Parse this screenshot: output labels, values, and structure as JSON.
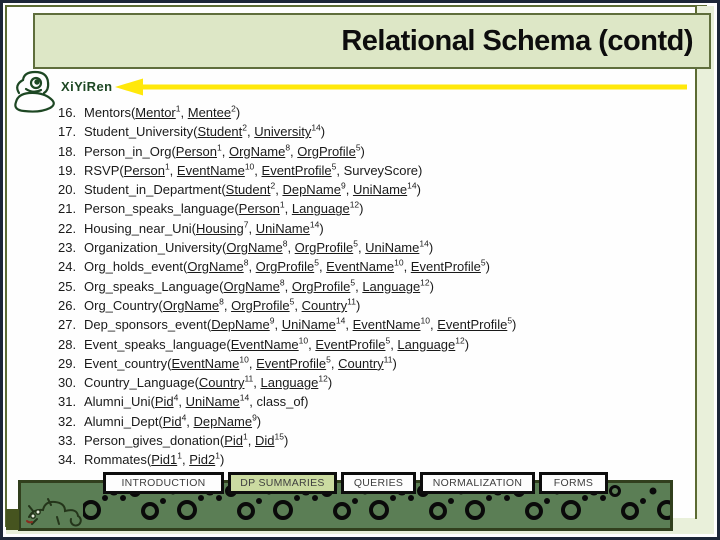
{
  "title": "Relational Schema (contd)",
  "logo": {
    "text": "XiYiRen",
    "icon": "snail-doodle-icon"
  },
  "colors": {
    "arrow_yellow": "#ffe80a",
    "title_fill": "#dde7c6",
    "frame_olive": "#5c6b33",
    "outer_border": "#1c2637",
    "band_green": "#5b7e55",
    "active_button": "#cbdba1",
    "logo_green": "#1d4723"
  },
  "schema_list": {
    "items": [
      {
        "num": "16.",
        "name": "Mentors",
        "attrs": [
          {
            "t": "Mentor",
            "s": "1",
            "k": true
          },
          {
            "t": "Mentee",
            "s": "2",
            "k": true
          }
        ]
      },
      {
        "num": "17.",
        "name": "Student_University",
        "attrs": [
          {
            "t": "Student",
            "s": "2",
            "k": true
          },
          {
            "t": "University",
            "s": "14",
            "k": true
          }
        ]
      },
      {
        "num": "18.",
        "name": "Person_in_Org",
        "attrs": [
          {
            "t": "Person",
            "s": "1",
            "k": true
          },
          {
            "t": "OrgName",
            "s": "8",
            "k": true
          },
          {
            "t": "OrgProfile",
            "s": "5",
            "k": true
          }
        ]
      },
      {
        "num": "19.",
        "name": "RSVP",
        "attrs": [
          {
            "t": "Person",
            "s": "1",
            "k": true
          },
          {
            "t": "EventName",
            "s": "10",
            "k": true
          },
          {
            "t": "EventProfile",
            "s": "5",
            "k": true
          },
          {
            "t": "SurveyScore",
            "k": false
          }
        ]
      },
      {
        "num": "20.",
        "name": "Student_in_Department",
        "attrs": [
          {
            "t": "Student",
            "s": "2",
            "k": true
          },
          {
            "t": "DepName",
            "s": "9",
            "k": true
          },
          {
            "t": "UniName",
            "s": "14",
            "k": true
          }
        ]
      },
      {
        "num": "21.",
        "name": "Person_speaks_language",
        "attrs": [
          {
            "t": "Person",
            "s": "1",
            "k": true
          },
          {
            "t": "Language",
            "s": "12",
            "k": true
          }
        ]
      },
      {
        "num": "22.",
        "name": "Housing_near_Uni",
        "attrs": [
          {
            "t": "Housing",
            "s": "7",
            "k": true
          },
          {
            "t": "UniName",
            "s": "14",
            "k": true
          }
        ]
      },
      {
        "num": "23.",
        "name": "Organization_University",
        "attrs": [
          {
            "t": "OrgName",
            "s": "8",
            "k": true
          },
          {
            "t": "OrgProfile",
            "s": "5",
            "k": true
          },
          {
            "t": "UniName",
            "s": "14",
            "k": true
          }
        ]
      },
      {
        "num": "24.",
        "name": "Org_holds_event",
        "attrs": [
          {
            "t": "OrgName",
            "s": "8",
            "k": true
          },
          {
            "t": "OrgProfile",
            "s": "5",
            "k": true
          },
          {
            "t": "EventName",
            "s": "10",
            "k": true
          },
          {
            "t": "EventProfile",
            "s": "5",
            "k": true
          }
        ]
      },
      {
        "num": "25.",
        "name": "Org_speaks_Language",
        "attrs": [
          {
            "t": "OrgName",
            "s": "8",
            "k": true
          },
          {
            "t": "OrgProfile",
            "s": "5",
            "k": true
          },
          {
            "t": "Language",
            "s": "12",
            "k": true
          }
        ]
      },
      {
        "num": "26.",
        "name": "Org_Country",
        "attrs": [
          {
            "t": "OrgName",
            "s": "8",
            "k": true
          },
          {
            "t": "OrgProfile",
            "s": "5",
            "k": true
          },
          {
            "t": "Country",
            "s": "11",
            "k": true
          }
        ]
      },
      {
        "num": "27.",
        "name": "Dep_sponsors_event",
        "attrs": [
          {
            "t": "DepName",
            "s": "9",
            "k": true
          },
          {
            "t": "UniName",
            "s": "14",
            "k": true
          },
          {
            "t": "EventName",
            "s": "10",
            "k": true
          },
          {
            "t": "EventProfile",
            "s": "5",
            "k": true
          }
        ]
      },
      {
        "num": "28.",
        "name": "Event_speaks_language",
        "attrs": [
          {
            "t": "EventName",
            "s": "10",
            "k": true
          },
          {
            "t": "EventProfile",
            "s": "5",
            "k": true
          },
          {
            "t": "Language",
            "s": "12",
            "k": true
          }
        ]
      },
      {
        "num": "29.",
        "name": "Event_country",
        "attrs": [
          {
            "t": "EventName",
            "s": "10",
            "k": true
          },
          {
            "t": "EventProfile",
            "s": "5",
            "k": true
          },
          {
            "t": "Country",
            "s": "11",
            "k": true
          }
        ]
      },
      {
        "num": "30.",
        "name": "Country_Language",
        "attrs": [
          {
            "t": "Country",
            "s": "11",
            "k": true
          },
          {
            "t": "Language",
            "s": "12",
            "k": true
          }
        ]
      },
      {
        "num": "31.",
        "name": "Alumni_Uni",
        "attrs": [
          {
            "t": "Pid",
            "s": "4",
            "k": true
          },
          {
            "t": "UniName",
            "s": "14",
            "k": true
          },
          {
            "t": "class_of",
            "k": false
          }
        ]
      },
      {
        "num": "32.",
        "name": "Alumni_Dept",
        "attrs": [
          {
            "t": "Pid",
            "s": "4",
            "k": true
          },
          {
            "t": "DepName",
            "s": "9",
            "k": true
          }
        ]
      },
      {
        "num": "33.",
        "name": "Person_gives_donation",
        "attrs": [
          {
            "t": "Pid",
            "s": "1",
            "k": true
          },
          {
            "t": "Did",
            "s": "15",
            "k": true
          }
        ]
      },
      {
        "num": "34.",
        "name": "Rommates",
        "attrs": [
          {
            "t": "Pid1",
            "s": "1",
            "k": true
          },
          {
            "t": "Pid2",
            "s": "1",
            "k": true
          }
        ]
      }
    ]
  },
  "nav": {
    "buttons": [
      {
        "label": "INTRODUCTION",
        "active": false
      },
      {
        "label": "DP SUMMARIES",
        "active": true
      },
      {
        "label": "QUERIES",
        "active": false
      },
      {
        "label": "NORMALIZATION",
        "active": false
      },
      {
        "label": "FORMS",
        "active": false
      }
    ]
  }
}
